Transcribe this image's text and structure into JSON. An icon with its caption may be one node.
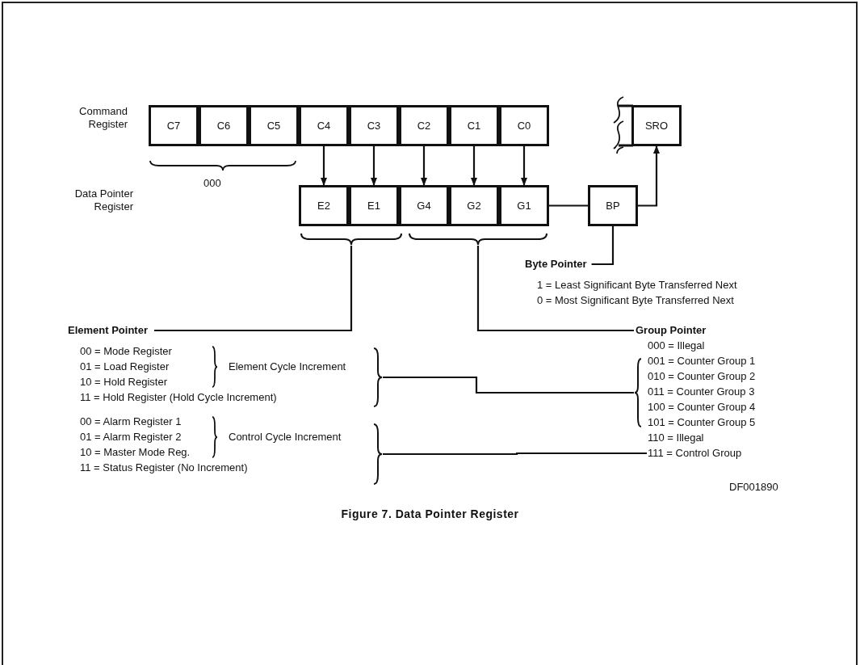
{
  "diagram": {
    "caption": "Figure 7. Data Pointer Register",
    "nodes": [
      {
        "text": [
          "C7"
        ]
      },
      {
        "text": [
          "C6"
        ]
      },
      {
        "text": [
          "C5"
        ]
      },
      {
        "text": [
          "C4"
        ]
      },
      {
        "text": [
          "C3"
        ]
      },
      {
        "text": [
          "C2"
        ]
      },
      {
        "text": [
          "C1"
        ]
      },
      {
        "text": [
          "C0"
        ]
      },
      {
        "text": [
          "SRO"
        ]
      },
      {
        "text": [
          "E2"
        ]
      },
      {
        "text": [
          "E1"
        ]
      },
      {
        "text": [
          "G4"
        ]
      },
      {
        "text": [
          "G2"
        ]
      },
      {
        "text": [
          "G1"
        ]
      },
      {
        "text": [
          "BP"
        ]
      },
      {
        "text": [],
        "shape": "brace"
      },
      {
        "text": [],
        "shape": "brace"
      },
      {
        "text": [
          "Byte Pointer"
        ]
      },
      {
        "text": [
          "Element Pointer"
        ]
      },
      {
        "text": [
          "Group Pointer"
        ]
      },
      {
        "text": [],
        "shape": "brace"
      },
      {
        "text": [],
        "shape": "brace"
      },
      {
        "text": [],
        "shape": "brace"
      },
      {
        "text": [
          "111 = Control Group"
        ]
      }
    ],
    "edges": [
      {
        "from": 3,
        "to": 9,
        "arrow": "to"
      },
      {
        "from": 4,
        "to": 10,
        "arrow": "to"
      },
      {
        "from": 5,
        "to": 11,
        "arrow": "to"
      },
      {
        "from": 6,
        "to": 12,
        "arrow": "to"
      },
      {
        "from": 7,
        "to": 13,
        "arrow": "to"
      },
      {
        "from": 13,
        "to": 14,
        "arrow": "none"
      },
      {
        "from": 14,
        "to": 8,
        "arrow": "to"
      },
      {
        "from": 14,
        "to": 17,
        "arrow": "none"
      },
      {
        "from": 15,
        "to": 18,
        "arrow": "none"
      },
      {
        "from": 16,
        "to": 19,
        "arrow": "none"
      },
      {
        "from": 20,
        "to": 21,
        "arrow": "none"
      },
      {
        "from": 22,
        "to": 23,
        "arrow": "none"
      }
    ],
    "labels": [
      "Command Register",
      "000",
      "Data Pointer Register",
      "1 = Least Significant Byte Transferred Next",
      "0 = Most Significant Byte Transferred Next",
      "00 = Mode Register",
      "01 = Load Register",
      "10 = Hold Register",
      "11 = Hold Register (Hold Cycle Increment)",
      "Element Cycle Increment",
      "00 = Alarm Register 1",
      "01 = Alarm Register 2",
      "10 = Master Mode Reg.",
      "11 = Status Register (No Increment)",
      "Control Cycle Increment",
      "000 = Illegal",
      "001 = Counter Group 1",
      "010 = Counter Group 2",
      "011 = Counter Group 3",
      "100 = Counter Group 4",
      "101 = Counter Group 5",
      "110 = Illegal",
      "DF001890"
    ]
  }
}
